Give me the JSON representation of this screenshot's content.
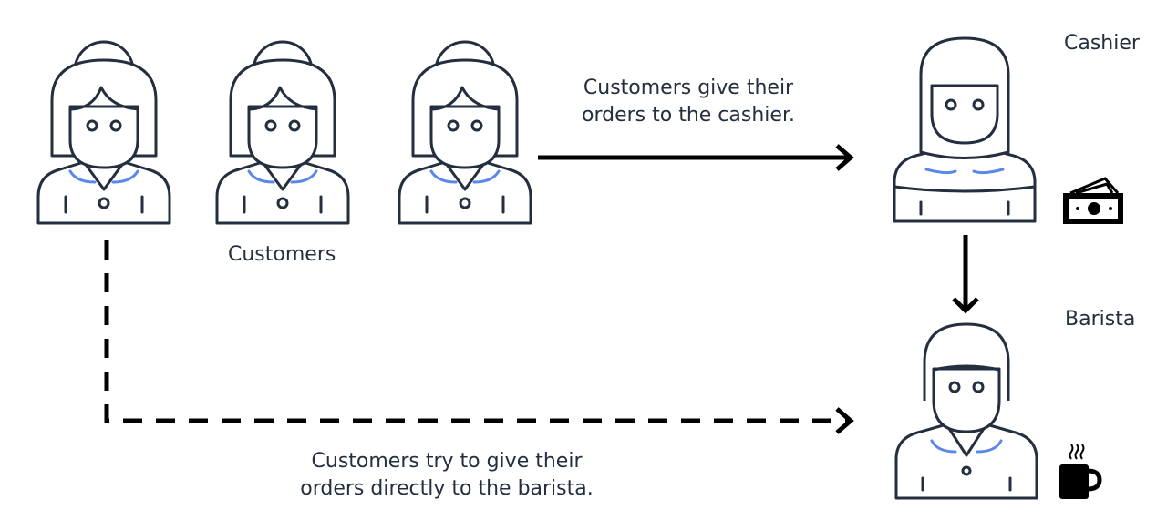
{
  "labels": {
    "cashier": "Cashier",
    "barista": "Barista",
    "customers": "Customers",
    "to_cashier": "Customers give their\norders to the cashier.",
    "to_barista": "Customers try to give their\norders directly to the barista."
  },
  "icons": {
    "customer": "customer-person-icon",
    "cashier": "cashier-person-icon",
    "barista": "barista-person-icon",
    "money": "money-icon",
    "coffee": "coffee-cup-icon"
  },
  "colors": {
    "stroke": "#232f3e",
    "accent": "#5a87e8",
    "background": "#ffffff"
  }
}
